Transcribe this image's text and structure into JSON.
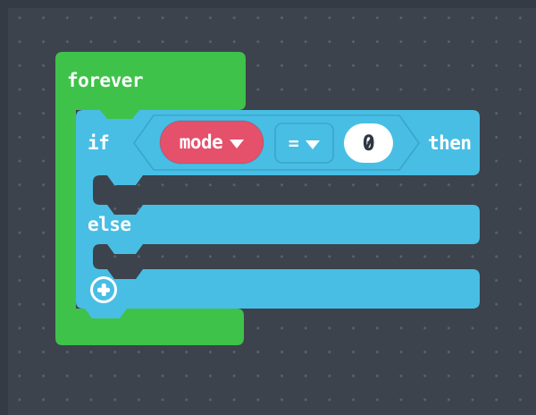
{
  "workspace": {
    "background_color": "#3C434C",
    "dot_color": "#5A616B",
    "edge_color": "#353B44"
  },
  "forever_block": {
    "label": "forever",
    "color": "#3FC24A"
  },
  "if_block": {
    "color": "#48BEE5",
    "outline_color": "#3BA6CC",
    "if_label": "if",
    "then_label": "then",
    "else_label": "else",
    "condition": {
      "variable_dropdown": {
        "label": "mode",
        "color": "#E5506B"
      },
      "operator_dropdown": {
        "label": "="
      },
      "number_field": {
        "value": "0",
        "background": "#FFFFFF",
        "text_color": "#2E3642"
      }
    },
    "expand_button": {
      "icon": "plus-circle"
    }
  }
}
